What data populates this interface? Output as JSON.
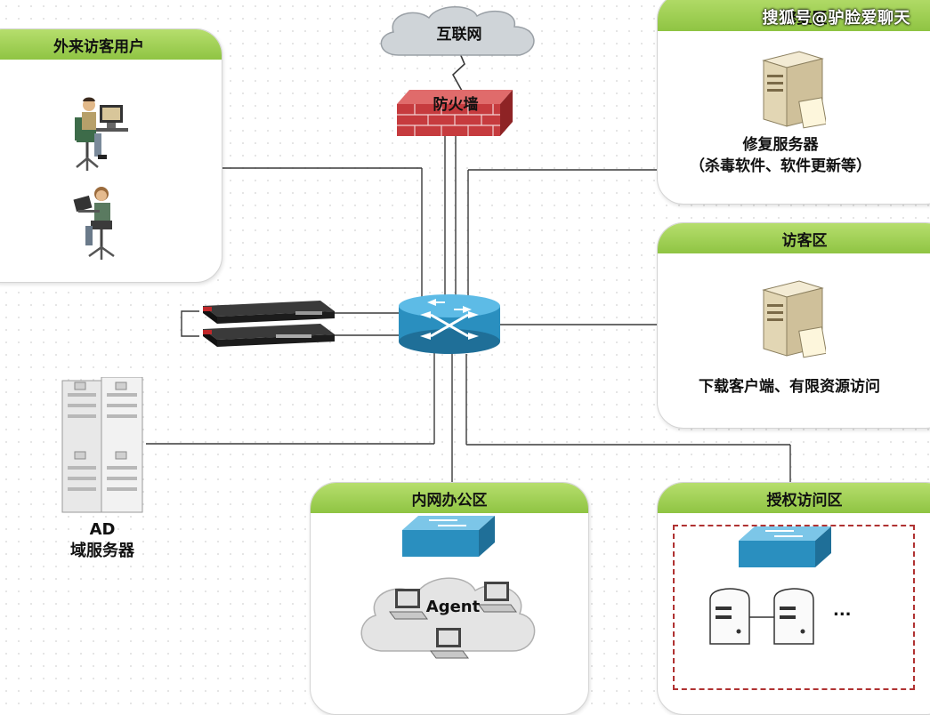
{
  "title": "",
  "nodes": {
    "internet": "互联网",
    "firewall": "防火墙",
    "ad_server": "AD\n域服务器"
  },
  "zones": {
    "external_users": {
      "title": "外来访客用户"
    },
    "repair": {
      "title": "修复区",
      "server_label": "修复服务器",
      "server_sub": "（杀毒软件、软件更新等）"
    },
    "visitor": {
      "title": "访客区",
      "label": "下载客户端、有限资源访问"
    },
    "intranet": {
      "title": "内网办公区",
      "agent_label": "Agent"
    },
    "authorized": {
      "title": "授权访问区",
      "more": "..."
    }
  },
  "watermark": "搜狐号@驴脸爱聊天",
  "colors": {
    "zone_header": "#8fc443",
    "switch": "#2a8fbf",
    "firewall": "#c63b3e",
    "authorized_border": "#b03232"
  }
}
